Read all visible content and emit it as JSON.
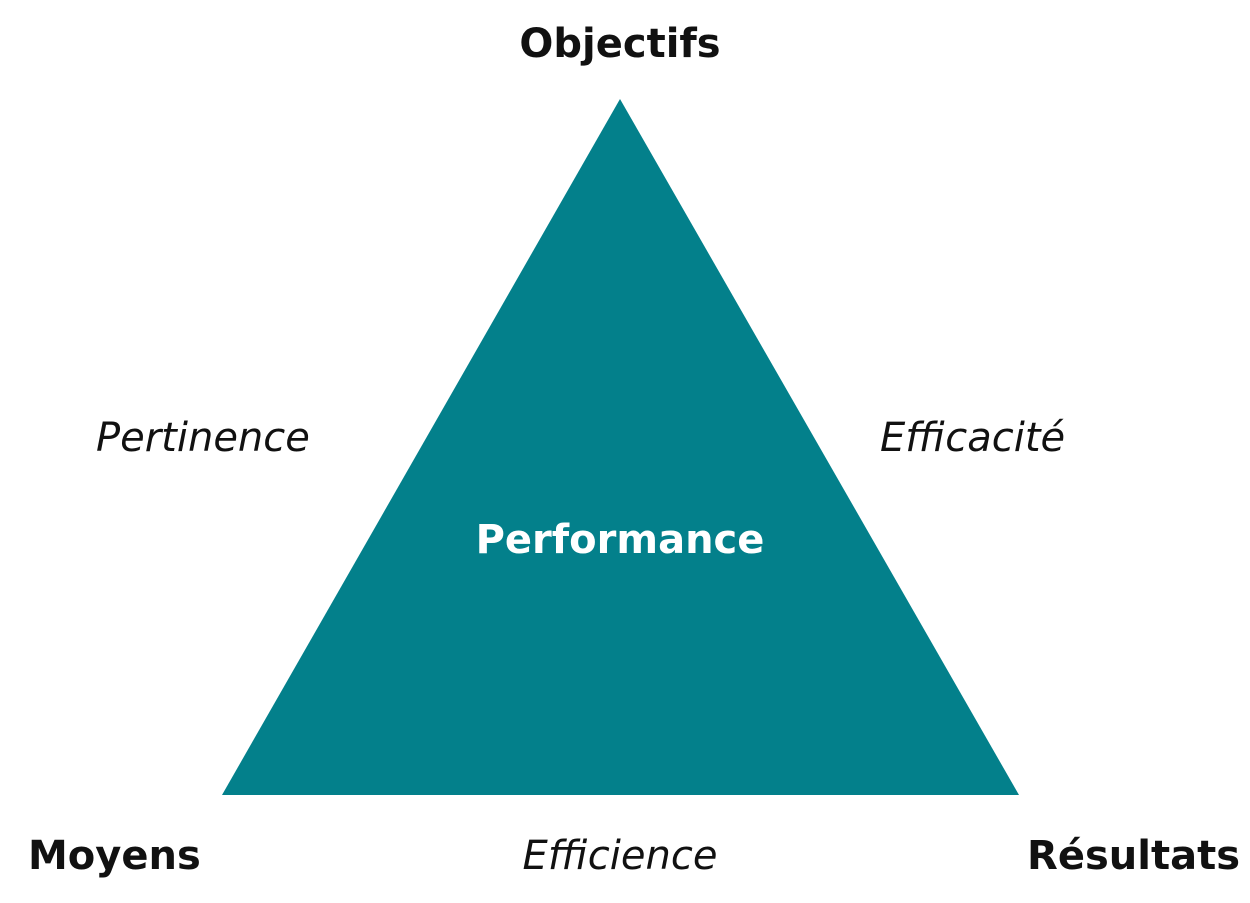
{
  "diagram": {
    "fill_color": "#03808B",
    "center_label": "Performance",
    "vertices": {
      "top": "Objectifs",
      "bottom_left": "Moyens",
      "bottom_right": "Résultats"
    },
    "edges": {
      "left": "Pertinence",
      "right": "Efficacité",
      "bottom": "Efficience"
    }
  }
}
